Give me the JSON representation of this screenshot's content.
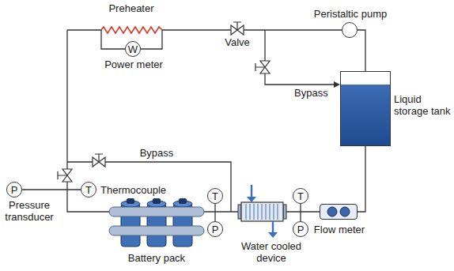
{
  "diagram": {
    "nodes": [
      {
        "text": [
          "Peristaltic pump"
        ]
      },
      {
        "text": [
          "W",
          "Power meter"
        ]
      },
      {
        "text": [
          "Liquid storage tank"
        ]
      },
      {
        "text": [
          "P",
          "Pressure transducer"
        ]
      },
      {
        "text": [
          "T",
          "Thermocouple"
        ]
      },
      {
        "text": [
          "T"
        ]
      },
      {
        "text": [
          "P"
        ]
      },
      {
        "text": [
          "T"
        ]
      },
      {
        "text": [
          "P"
        ]
      },
      {
        "text": [
          "Flow meter"
        ]
      }
    ],
    "edges": [
      {
        "from": 3,
        "to": 4,
        "arrow": "none"
      },
      {
        "from": 5,
        "to": 6,
        "arrow": "none"
      },
      {
        "from": 7,
        "to": 8,
        "arrow": "none"
      },
      {
        "from": 9,
        "to": 2,
        "arrow": "none"
      },
      {
        "from": 2,
        "to": 0,
        "arrow": "none"
      }
    ],
    "labels": [
      "Preheater",
      "Valve",
      "Bypass",
      "Bypass",
      "Battery pack",
      "Water cooled device"
    ]
  }
}
